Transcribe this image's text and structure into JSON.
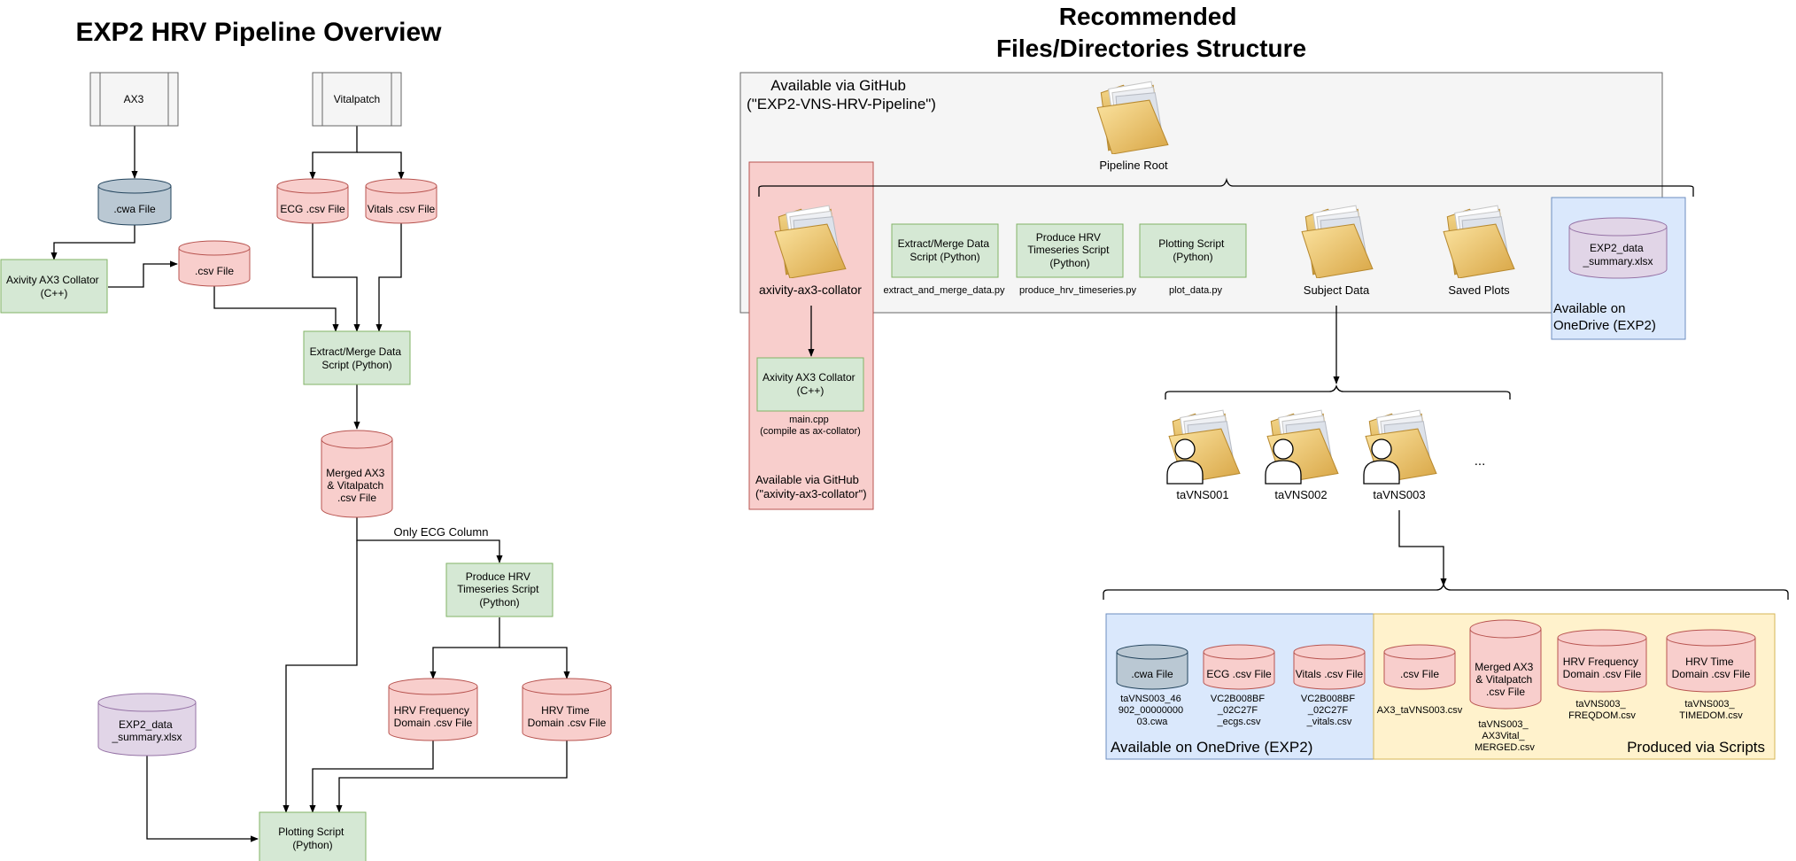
{
  "left": {
    "title": "EXP2 HRV Pipeline Overview",
    "devices": {
      "ax3": "AX3",
      "vitalpatch": "Vitalpatch"
    },
    "cwa_file": ".cwa File",
    "ecg_csv": "ECG .csv File",
    "vitals_csv": "Vitals .csv File",
    "collator": [
      "Axivity AX3 Collator",
      "(C++)"
    ],
    "csv_file": ".csv File",
    "extract_merge": [
      "Extract/Merge Data",
      "Script (Python)"
    ],
    "merged": [
      "Merged AX3",
      "& Vitalpatch",
      ".csv File"
    ],
    "only_ecg": "Only ECG Column",
    "produce_hrv": [
      "Produce HRV",
      "Timeseries Script",
      "(Python)"
    ],
    "hrv_freq": [
      "HRV Frequency",
      "Domain .csv File"
    ],
    "hrv_time": [
      "HRV Time",
      "Domain .csv File"
    ],
    "summary": [
      "EXP2_data",
      "_summary.xlsx"
    ],
    "plotting": [
      "Plotting Script",
      "(Python)"
    ]
  },
  "right": {
    "title": [
      "Recommended",
      "Files/Directories Structure"
    ],
    "github_label": [
      "Available via GitHub",
      "(\"EXP2-VNS-HRV-Pipeline\")"
    ],
    "pipeline_root": "Pipeline Root",
    "axivity_folder": "axivity-ax3-collator",
    "collator": [
      "Axivity AX3 Collator",
      "(C++)"
    ],
    "main_cpp": [
      "main.cpp",
      "(compile as ax-collator)"
    ],
    "axivity_github": [
      "Available via GitHub",
      "(\"axivity-ax3-collator\")"
    ],
    "extract_script": [
      "Extract/Merge Data",
      "Script (Python)"
    ],
    "extract_file": "extract_and_merge_data.py",
    "produce_script": [
      "Produce HRV",
      "Timeseries Script",
      "(Python)"
    ],
    "produce_file": "produce_hrv_timeseries.py",
    "plot_script": [
      "Plotting Script",
      "(Python)"
    ],
    "plot_file": "plot_data.py",
    "subject_data": "Subject Data",
    "saved_plots": "Saved Plots",
    "summary": [
      "EXP2_data",
      "_summary.xlsx"
    ],
    "onedrive_top": [
      "Available on",
      "OneDrive (EXP2)"
    ],
    "subjects": [
      "taVNS001",
      "taVNS002",
      "taVNS003"
    ],
    "ellipsis": "...",
    "files": {
      "cwa": {
        "label": ".cwa File",
        "name": [
          "taVNS003_46",
          "902_00000000",
          "03.cwa"
        ]
      },
      "ecg": {
        "label": "ECG .csv File",
        "name": [
          "VC2B008BF",
          "_02C27F",
          "_ecgs.csv"
        ]
      },
      "vitals": {
        "label": "Vitals .csv File",
        "name": [
          "VC2B008BF",
          "_02C27F",
          "_vitals.csv"
        ]
      },
      "csv": {
        "label": ".csv File",
        "name": [
          "AX3_taVNS003.csv"
        ]
      },
      "merged": {
        "label": [
          "Merged AX3",
          "& Vitalpatch",
          ".csv File"
        ],
        "name": [
          "taVNS003_",
          "AX3Vital_",
          "MERGED.csv"
        ]
      },
      "freq": {
        "label": [
          "HRV Frequency",
          "Domain .csv File"
        ],
        "name": [
          "taVNS003_",
          "FREQDOM.csv"
        ]
      },
      "time": {
        "label": [
          "HRV Time",
          "Domain .csv File"
        ],
        "name": [
          "taVNS003_",
          "TIMEDOM.csv"
        ]
      }
    },
    "onedrive_bottom": "Available on OneDrive (EXP2)",
    "produced": "Produced via Scripts"
  },
  "colors": {
    "green_fill": "#d5e8d4",
    "green_stroke": "#82b366",
    "red_fill": "#f8cecc",
    "red_stroke": "#b85450",
    "blue_grey_fill": "#bac8d3",
    "blue_grey_stroke": "#23445d",
    "purple_fill": "#e1d5e7",
    "purple_stroke": "#9673a6",
    "blue_fill": "#dae8fc",
    "blue_stroke": "#6c8ebf",
    "yellow_fill": "#fff2cc",
    "yellow_stroke": "#d6b656",
    "grey_fill": "#f5f5f5",
    "grey_stroke": "#666666",
    "onedrive_text": "#004c99",
    "github_red_text": "#e0303a",
    "produced_text": "#f08705"
  }
}
